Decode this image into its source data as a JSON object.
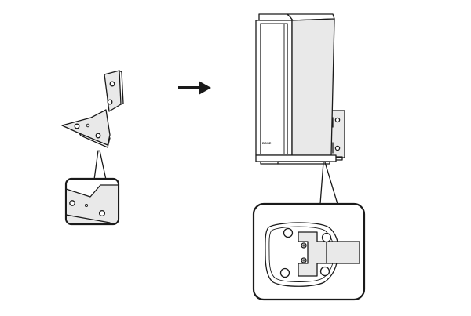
{
  "diagram": {
    "step_from": "bracket",
    "step_to": "speaker-on-bracket",
    "speaker_logo": "BOSE",
    "icons": {
      "arrow": "right-arrow-icon",
      "screw": "screw-icon"
    },
    "colors": {
      "line": "#1a1a1a",
      "background": "#ffffff",
      "shade": "#e9e9e9"
    }
  }
}
